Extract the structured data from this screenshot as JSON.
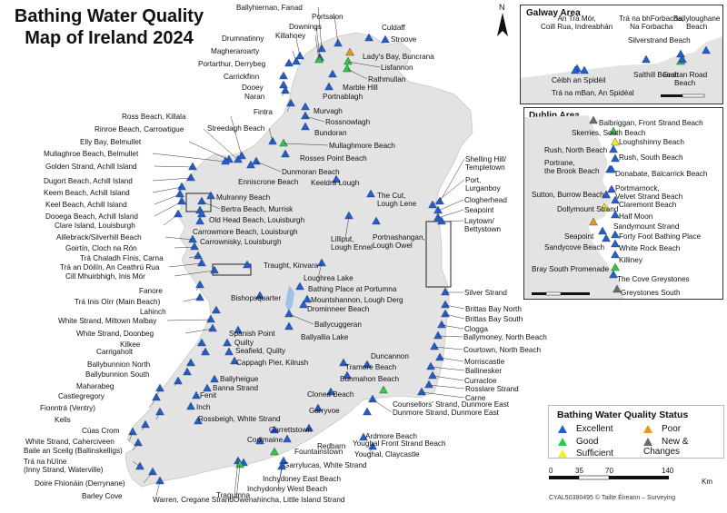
{
  "title_line1": "Bathing Water Quality",
  "title_line2": "Map of Ireland 2024",
  "north_label": "N",
  "colors": {
    "excellent": "#1f5fd6",
    "good": "#2ecc40",
    "sufficient": "#f2f20a",
    "poor": "#e8961e",
    "new": "#6b6b6b"
  },
  "legend": {
    "title": "Bathing Water Quality Status",
    "items": [
      {
        "label": "Excellent",
        "status": "excellent"
      },
      {
        "label": "Good",
        "status": "good"
      },
      {
        "label": "Sufficient",
        "status": "sufficient"
      },
      {
        "label": "Poor",
        "status": "poor"
      },
      {
        "label": "New & Changes",
        "status": "new"
      }
    ]
  },
  "scale": {
    "ticks": [
      "0",
      "35",
      "70",
      "140"
    ],
    "unit": "Km"
  },
  "credit": "CYAL50380495 © Tailte Éireann – Surveying",
  "galway_inset": {
    "title": "Galway Area",
    "labels": [
      "Trá na bhForbacha,\nNa Forbacha",
      "An Trá Mór,\nCoill Rua, Indreabhán",
      "Ballyloughane\nBeach",
      "Silverstrand Beach",
      "Salthill Beach",
      "Grattan Road\nBeach",
      "Céibh an Spidéil",
      "Trá na mBan, An Spidéal"
    ],
    "scale": {
      "ticks": [
        "0",
        "1.5",
        "3",
        "6",
        "9"
      ],
      "unit": "Km"
    }
  },
  "dublin_inset": {
    "title": "Dublin Area",
    "labels": [
      "Balbriggan, Front Strand Beach",
      "Skerries, South Beach",
      "Loughshinny Beach",
      "Rush, North Beach",
      "Rush, South Beach",
      "Portrane,\nthe Brook Beach",
      "Donabate, Balcarrick Beach",
      "Portmarnock,\nVelvet Strand Beach",
      "Sutton, Burrow Beach",
      "Claremont Beach",
      "Dollymount Strand",
      "Half Moon",
      "Sandymount Strand",
      "Seapoint",
      "Forty Foot Bathing Place",
      "Sandycove Beach",
      "White Rock Beach",
      "Killiney",
      "Bray South Promenade",
      "The Cove Greystones",
      "Greystones South"
    ],
    "scale": {
      "ticks": [
        "0",
        "5",
        "10",
        "20"
      ],
      "unit": "Km"
    }
  },
  "places": [
    {
      "label": "Ballyhiernan, Fanad",
      "status": "excellent"
    },
    {
      "label": "Portsalon",
      "status": "excellent"
    },
    {
      "label": "Downings",
      "status": "excellent"
    },
    {
      "label": "Culdaff",
      "status": "excellent"
    },
    {
      "label": "Drumnatinny",
      "status": "excellent"
    },
    {
      "label": "Killahoey",
      "status": "good"
    },
    {
      "label": "Stroove",
      "status": "excellent"
    },
    {
      "label": "Magheraroarty",
      "status": "excellent"
    },
    {
      "label": "Lady's Bay, Buncrana",
      "status": "poor"
    },
    {
      "label": "Portarthur, Derrybeg",
      "status": "excellent"
    },
    {
      "label": "Lisfannon",
      "status": "good"
    },
    {
      "label": "Rathmullan",
      "status": "good"
    },
    {
      "label": "Carrickfinn",
      "status": "excellent"
    },
    {
      "label": "Marble Hill",
      "status": "excellent"
    },
    {
      "label": "Dooey",
      "status": "excellent"
    },
    {
      "label": "Naran",
      "status": "excellent"
    },
    {
      "label": "Portnablagh",
      "status": "excellent"
    },
    {
      "label": "Fintra",
      "status": "excellent"
    },
    {
      "label": "Murvagh",
      "status": "excellent"
    },
    {
      "label": "Ross Beach, Killala",
      "status": "excellent"
    },
    {
      "label": "Rossnowlagh",
      "status": "excellent"
    },
    {
      "label": "Streedagh Beach",
      "status": "excellent"
    },
    {
      "label": "Rinroe Beach, Carrowtigue",
      "status": "excellent"
    },
    {
      "label": "Bundoran",
      "status": "excellent"
    },
    {
      "label": "Mullaghmore Beach",
      "status": "good"
    },
    {
      "label": "Elly Bay, Belmullet",
      "status": "excellent"
    },
    {
      "label": "Rosses Point Beach",
      "status": "excellent"
    },
    {
      "label": "Mullaghroe Beach, Belmullet",
      "status": "excellent"
    },
    {
      "label": "Golden Strand, Achill Island",
      "status": "excellent"
    },
    {
      "label": "Dunmoran Beach",
      "status": "excellent"
    },
    {
      "label": "Enniscrone Beach",
      "status": "excellent"
    },
    {
      "label": "Dugort Beach, Achill Island",
      "status": "excellent"
    },
    {
      "label": "Keem Beach, Achill Island",
      "status": "excellent"
    },
    {
      "label": "Keel Beach, Achill Island",
      "status": "excellent"
    },
    {
      "label": "Dooega Beach, Achill Island",
      "status": "excellent"
    },
    {
      "label": "Clare Island, Louisburgh",
      "status": "excellent"
    },
    {
      "label": "Mulranny Beach",
      "status": "excellent"
    },
    {
      "label": "Bertra Beach, Murrisk",
      "status": "excellent"
    },
    {
      "label": "Old Head Beach, Louisburgh",
      "status": "excellent"
    },
    {
      "label": "Carrowmore Beach, Louisburgh",
      "status": "excellent"
    },
    {
      "label": "Carrownisky, Louisburgh",
      "status": "excellent"
    },
    {
      "label": "Keeldra Lough",
      "status": "excellent"
    },
    {
      "label": "Shelling Hill/\nTempletown",
      "status": "excellent"
    },
    {
      "label": "Port,\nLurganboy",
      "status": "excellent"
    },
    {
      "label": "The Cut,\nLough Lene",
      "status": "excellent"
    },
    {
      "label": "Clogherhead",
      "status": "excellent"
    },
    {
      "label": "Seapoint",
      "status": "excellent"
    },
    {
      "label": "Laytown/\nBettystown",
      "status": "excellent"
    },
    {
      "label": "Lilliput,\nLough Ennel",
      "status": "excellent"
    },
    {
      "label": "Portnashangan,\nLough Owel",
      "status": "excellent"
    },
    {
      "label": "Aillebrack/Silverhill Beach",
      "status": "excellent"
    },
    {
      "label": "Goirtín, Cloch na Rón",
      "status": "excellent"
    },
    {
      "label": "Trá Chaladh Fínis, Carna",
      "status": "excellent"
    },
    {
      "label": "Trá an Dóilín, An Ceathrú Rua",
      "status": "excellent"
    },
    {
      "label": "Cill Mhuirbhigh, Inis Mór",
      "status": "excellent"
    },
    {
      "label": "Traught, Kinvara",
      "status": "excellent"
    },
    {
      "label": "Loughrea Lake",
      "status": "excellent"
    },
    {
      "label": "Fanore",
      "status": "excellent"
    },
    {
      "label": "Bathing Place at Portumna",
      "status": "excellent"
    },
    {
      "label": "Silver Strand",
      "status": "excellent"
    },
    {
      "label": "Trá Inis Oírr (Main Beach)",
      "status": "excellent"
    },
    {
      "label": "Bishopsquarter",
      "status": "excellent"
    },
    {
      "label": "Mountshannon, Lough Derg",
      "status": "excellent"
    },
    {
      "label": "Brittas Bay North",
      "status": "excellent"
    },
    {
      "label": "Lahinch",
      "status": "excellent"
    },
    {
      "label": "Drominneer Beach",
      "status": "excellent"
    },
    {
      "label": "Brittas Bay South",
      "status": "excellent"
    },
    {
      "label": "White Strand, Miltown Malbay",
      "status": "excellent"
    },
    {
      "label": "Ballycuggeran",
      "status": "excellent"
    },
    {
      "label": "Clogga",
      "status": "excellent"
    },
    {
      "label": "White Strand, Doonbeg",
      "status": "excellent"
    },
    {
      "label": "Spanish Point",
      "status": "excellent"
    },
    {
      "label": "Ballyallia Lake",
      "status": "excellent"
    },
    {
      "label": "Ballymoney, North Beach",
      "status": "excellent"
    },
    {
      "label": "Kilkee",
      "status": "excellent"
    },
    {
      "label": "Quilty",
      "status": "excellent"
    },
    {
      "label": "Courtown, North Beach",
      "status": "excellent"
    },
    {
      "label": "Carrigaholt",
      "status": "excellent"
    },
    {
      "label": "Seafield, Quilty",
      "status": "excellent"
    },
    {
      "label": "Morriscastle",
      "status": "excellent"
    },
    {
      "label": "Ballybunnion North",
      "status": "excellent"
    },
    {
      "label": "Cappagh Pier, Kilrush",
      "status": "excellent"
    },
    {
      "label": "Duncannon",
      "status": "excellent"
    },
    {
      "label": "Ballinesker",
      "status": "excellent"
    },
    {
      "label": "Ballybunnion South",
      "status": "excellent"
    },
    {
      "label": "Tramore Beach",
      "status": "excellent"
    },
    {
      "label": "Curracloe",
      "status": "excellent"
    },
    {
      "label": "Maharabeg",
      "status": "excellent"
    },
    {
      "label": "Ballyheigue",
      "status": "excellent"
    },
    {
      "label": "Bunmahon Beach",
      "status": "excellent"
    },
    {
      "label": "Rosslare Strand",
      "status": "excellent"
    },
    {
      "label": "Castlegregory",
      "status": "excellent"
    },
    {
      "label": "Banna Strand",
      "status": "excellent"
    },
    {
      "label": "Clonea Beach",
      "status": "excellent"
    },
    {
      "label": "Carne",
      "status": "excellent"
    },
    {
      "label": "Fionntrá (Ventry)",
      "status": "excellent"
    },
    {
      "label": "Fenit",
      "status": "excellent"
    },
    {
      "label": "Counsellors' Strand, Dunmore East",
      "status": "good"
    },
    {
      "label": "Kells",
      "status": "excellent"
    },
    {
      "label": "Inch",
      "status": "excellent"
    },
    {
      "label": "Garryvoe",
      "status": "excellent"
    },
    {
      "label": "Dunmore Strand, Dunmore East",
      "status": "excellent"
    },
    {
      "label": "Cúas Crom",
      "status": "excellent"
    },
    {
      "label": "Rossbeigh, White Strand",
      "status": "excellent"
    },
    {
      "label": "White Strand, Caherciveen",
      "status": "excellent"
    },
    {
      "label": "Garrettstown",
      "status": "excellent"
    },
    {
      "label": "Ardmore Beach",
      "status": "excellent"
    },
    {
      "label": "Baile an Sceilg (Ballinskelligs)",
      "status": "excellent"
    },
    {
      "label": "Coolmaine",
      "status": "excellent"
    },
    {
      "label": "Redbarn",
      "status": "excellent"
    },
    {
      "label": "Youghal Front Strand Beach",
      "status": "excellent"
    },
    {
      "label": "Fountainstown",
      "status": "excellent"
    },
    {
      "label": "Youghal, Claycastle",
      "status": "excellent"
    },
    {
      "label": "Trá na hUíne\n(Inny Strand, Waterville)",
      "status": "excellent"
    },
    {
      "label": "Garrylucas, White Strand",
      "status": "good"
    },
    {
      "label": "Doire Fhíonáin (Derrynane)",
      "status": "excellent"
    },
    {
      "label": "Inchydoney East Beach",
      "status": "excellent"
    },
    {
      "label": "Inchydoney West Beach",
      "status": "excellent"
    },
    {
      "label": "Barley Cove",
      "status": "excellent"
    },
    {
      "label": "Tragumna",
      "status": "excellent"
    },
    {
      "label": "Owenahincha, Little Island Strand",
      "status": "excellent"
    },
    {
      "label": "Warren, Cregane Strand",
      "status": "good"
    }
  ]
}
